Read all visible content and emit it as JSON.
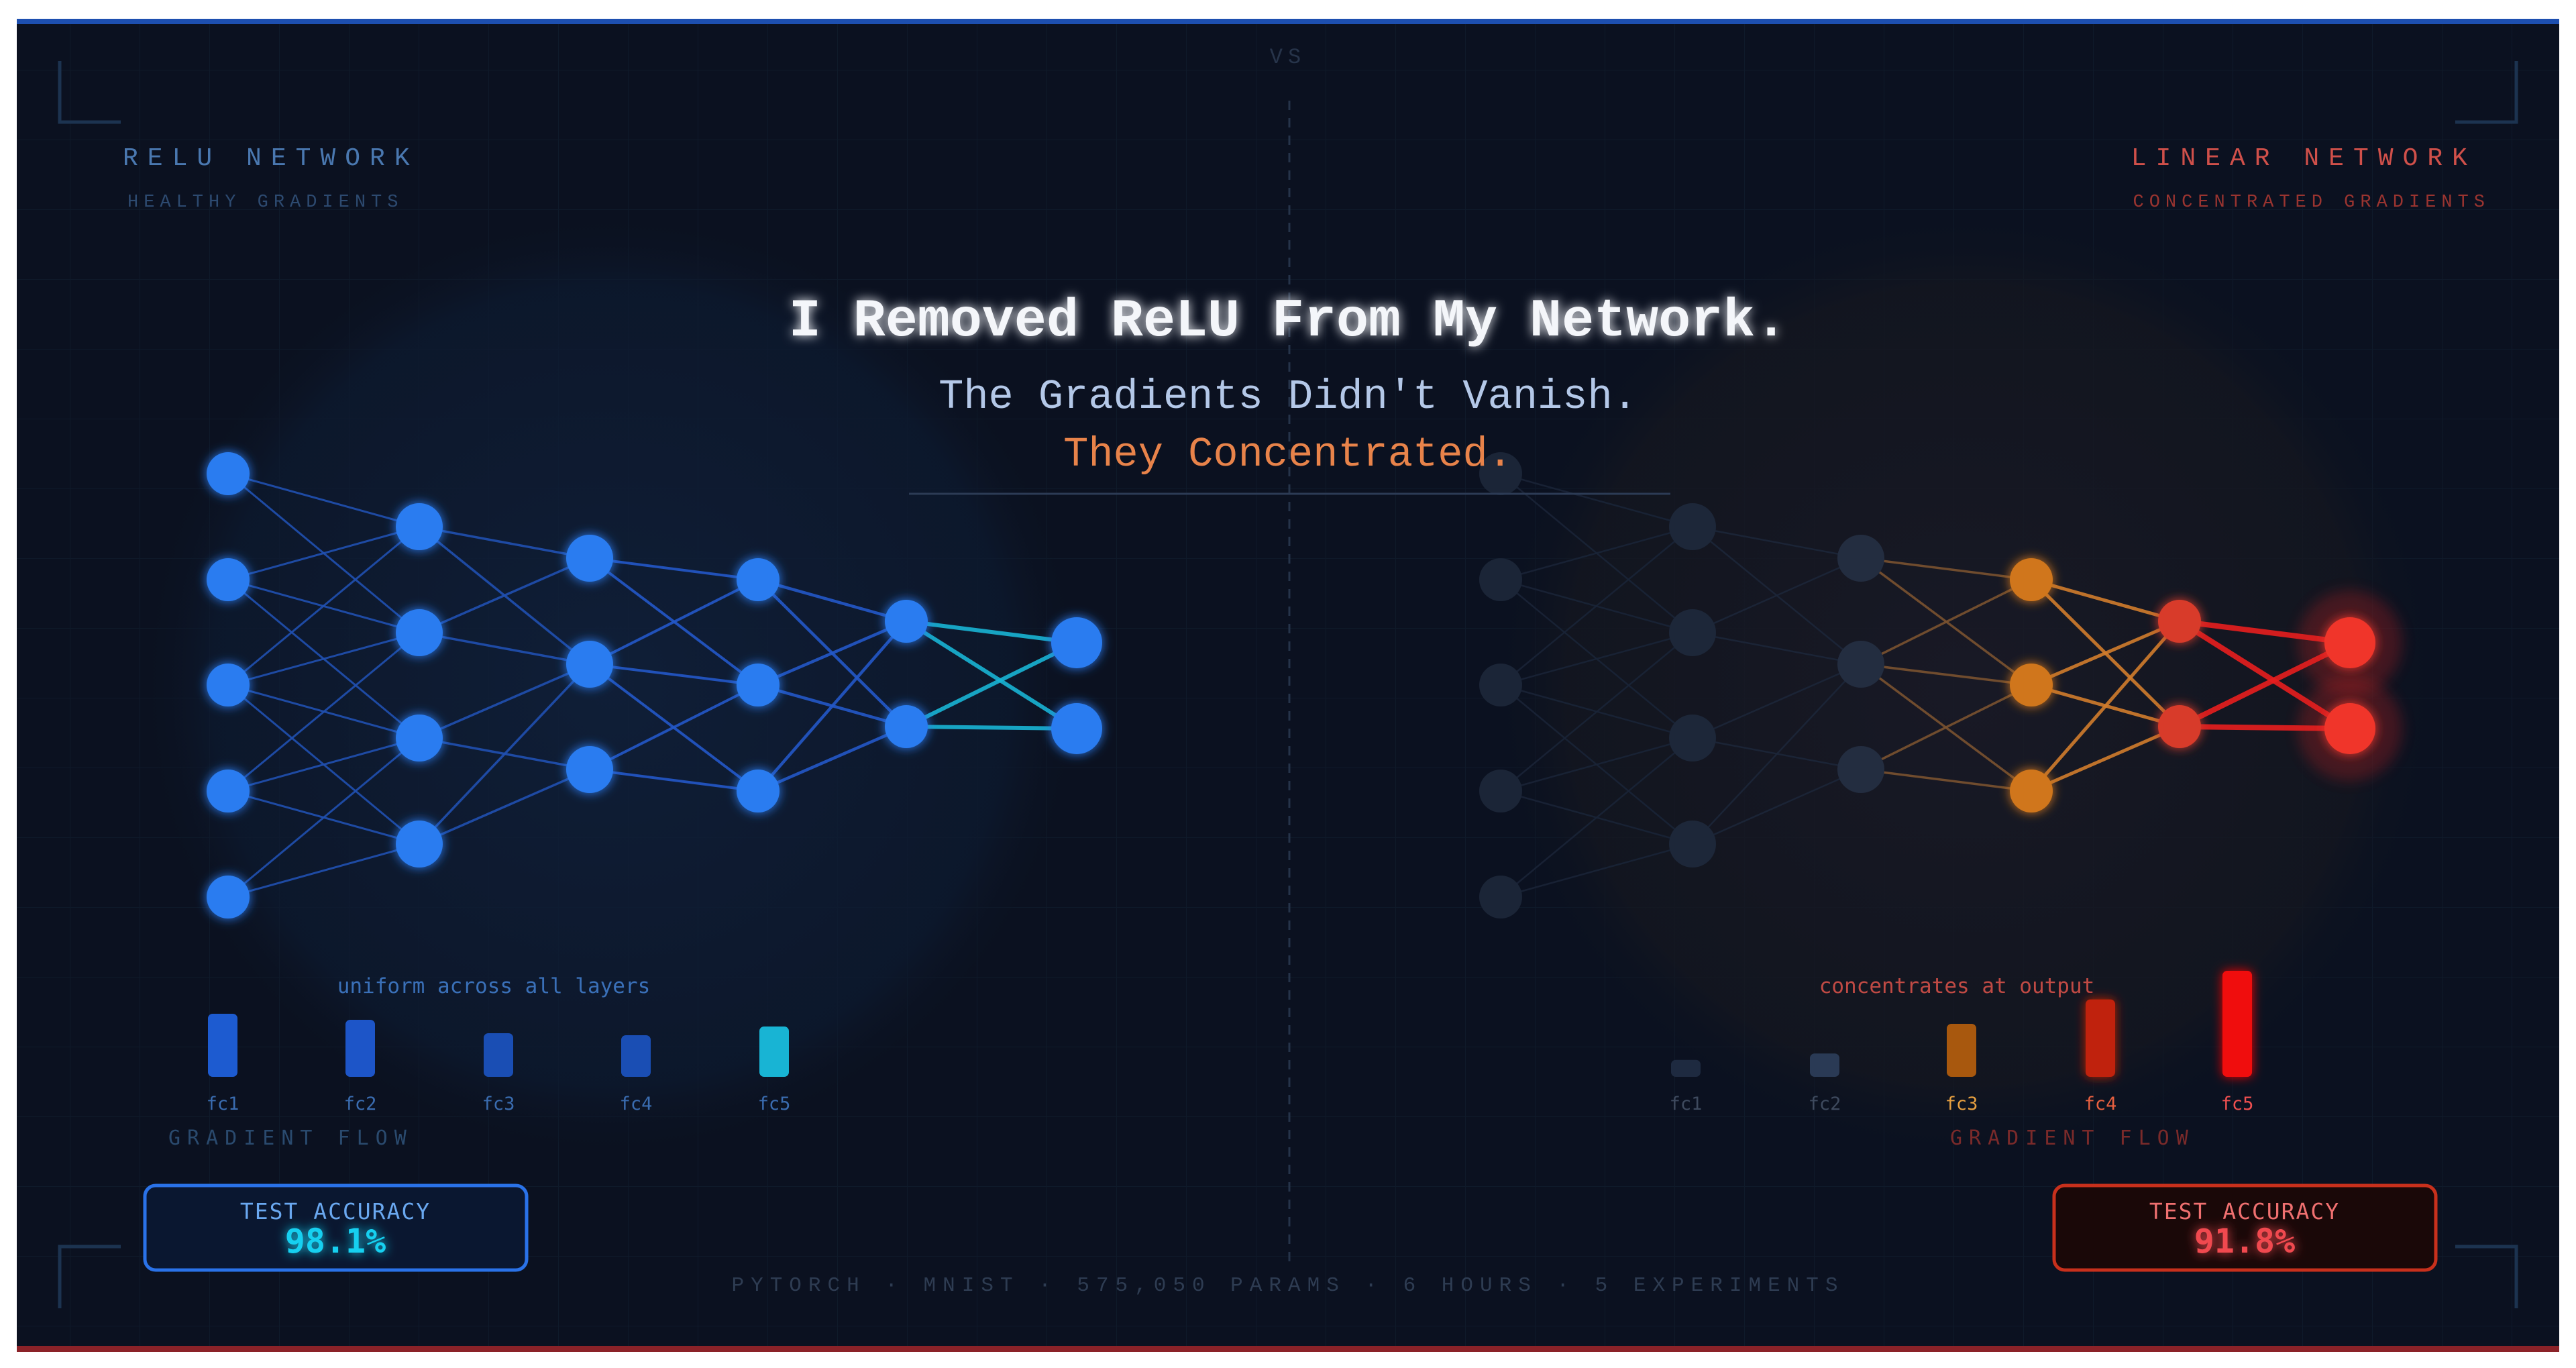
{
  "vs_label": "VS",
  "title": "I Removed ReLU From My Network.",
  "subtitle": "The Gradients Didn't Vanish.",
  "subtitle_accent": "They Concentrated.",
  "footer": "PYTORCH · MNIST · 575,050 PARAMS · 6 HOURS · 5 EXPERIMENTS",
  "colors": {
    "relu_accent": "#2a7cf0",
    "relu_output": "#18b4d4",
    "linear_accent": "#e8302a",
    "linear_mid": "#d0761c",
    "subtitle_accent": "#e8834a",
    "top_bar": "#1d4fb0",
    "bottom_bar": "#8b2228"
  },
  "network_layer_sizes": [
    5,
    4,
    3,
    3,
    2,
    2
  ],
  "left": {
    "heading": "RELU NETWORK",
    "subheading": "HEALTHY GRADIENTS",
    "gradient_flow_label": "GRADIENT FLOW",
    "gradient_note": "uniform across all layers",
    "bars": [
      {
        "label": "fc1",
        "value": 0.94
      },
      {
        "label": "fc2",
        "value": 0.85
      },
      {
        "label": "fc3",
        "value": 0.65
      },
      {
        "label": "fc4",
        "value": 0.62
      },
      {
        "label": "fc5",
        "value": 0.75
      }
    ],
    "accuracy_label": "TEST ACCURACY",
    "accuracy_value": "98.1%"
  },
  "right": {
    "heading": "LINEAR NETWORK",
    "subheading": "CONCENTRATED GRADIENTS",
    "gradient_flow_label": "GRADIENT FLOW",
    "gradient_note": "concentrates at output",
    "bars": [
      {
        "label": "fc1",
        "value": 0.16
      },
      {
        "label": "fc2",
        "value": 0.22
      },
      {
        "label": "fc3",
        "value": 0.5
      },
      {
        "label": "fc4",
        "value": 0.73
      },
      {
        "label": "fc5",
        "value": 1.0
      }
    ],
    "accuracy_label": "TEST ACCURACY",
    "accuracy_value": "91.8%"
  }
}
